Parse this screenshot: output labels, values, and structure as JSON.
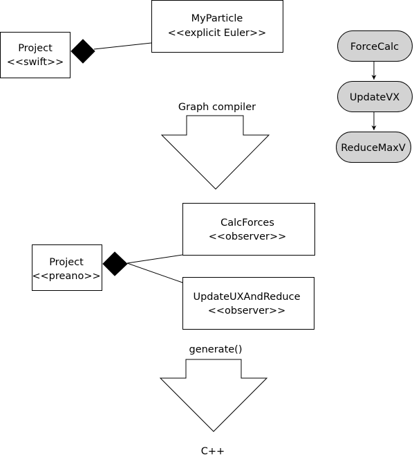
{
  "top": {
    "project": {
      "name": "Project",
      "stereotype": "<<swift>>"
    },
    "particle": {
      "name": "MyParticle",
      "stereotype": "<<explicit Euler>>"
    }
  },
  "graph": {
    "nodes": [
      "ForceCalc",
      "UpdateVX",
      "ReduceMaxV"
    ],
    "fill_color": "#d3d3d3"
  },
  "transform1": {
    "label": "Graph compiler"
  },
  "middle": {
    "project": {
      "name": "Project",
      "stereotype": "<<preano>>"
    },
    "observers": [
      {
        "name": "CalcForces",
        "stereotype": "<<observer>>"
      },
      {
        "name": "UpdateUXAndReduce",
        "stereotype": "<<observer>>"
      }
    ]
  },
  "transform2": {
    "label": "generate()"
  },
  "output": {
    "label": "C++"
  }
}
